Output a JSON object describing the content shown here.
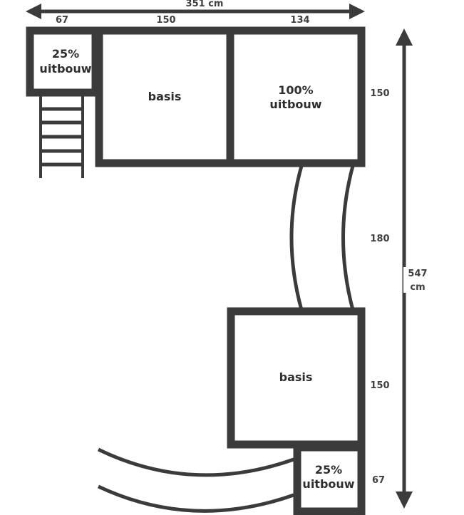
{
  "dimensions": {
    "total_width": "351 cm",
    "width_segments": [
      "67",
      "150",
      "134"
    ],
    "total_height_value": "547",
    "total_height_unit": "cm",
    "height_segments": [
      "150",
      "180",
      "150",
      "67"
    ]
  },
  "modules": {
    "top_left_small": {
      "line1": "25%",
      "line2": "uitbouw"
    },
    "top_middle": {
      "label": "basis"
    },
    "top_right": {
      "line1": "100%",
      "line2": "uitbouw"
    },
    "bottom_basis": {
      "label": "basis"
    },
    "bottom_small": {
      "line1": "25%",
      "line2": "uitbouw"
    }
  }
}
